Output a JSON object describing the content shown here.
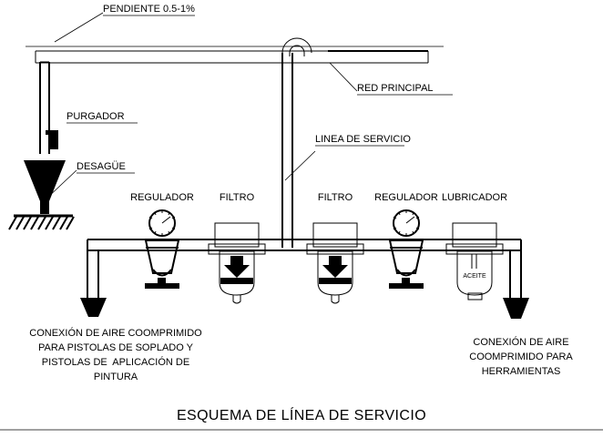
{
  "drawing": {
    "title": "ESQUEMA DE LÍNEA DE SERVICIO",
    "type": "compressed-air service line schematic",
    "background_color": "#ffffff",
    "line_color": "#000000"
  },
  "callouts": {
    "slope": "PENDIENTE 0.5-1%",
    "main_network": "RED PRINCIPAL",
    "service_line": "LINEA DE SERVICIO",
    "trap": "PURGADOR",
    "drain": "DESAGÜE"
  },
  "equipment_labels": [
    {
      "id": "regulator-1",
      "label": "REGULADOR"
    },
    {
      "id": "filter-1",
      "label": "FILTRO"
    },
    {
      "id": "filter-2",
      "label": "FILTRO"
    },
    {
      "id": "regulator-2",
      "label": "REGULADOR"
    },
    {
      "id": "lubricator",
      "label": "LUBRICADOR"
    }
  ],
  "component_text": {
    "oil_bowl": "ACEITE"
  },
  "outlets": {
    "left": {
      "lines": [
        "CONEXIÓN DE AIRE COOMPRIMIDO",
        "PARA PISTOLAS DE SOPLADO Y",
        "PISTOLAS DE  APLICACIÓN DE",
        "PINTURA"
      ]
    },
    "right": {
      "lines": [
        "CONEXIÓN DE AIRE",
        "COOMPRIMIDO PARA",
        "HERRAMIENTAS"
      ]
    }
  }
}
